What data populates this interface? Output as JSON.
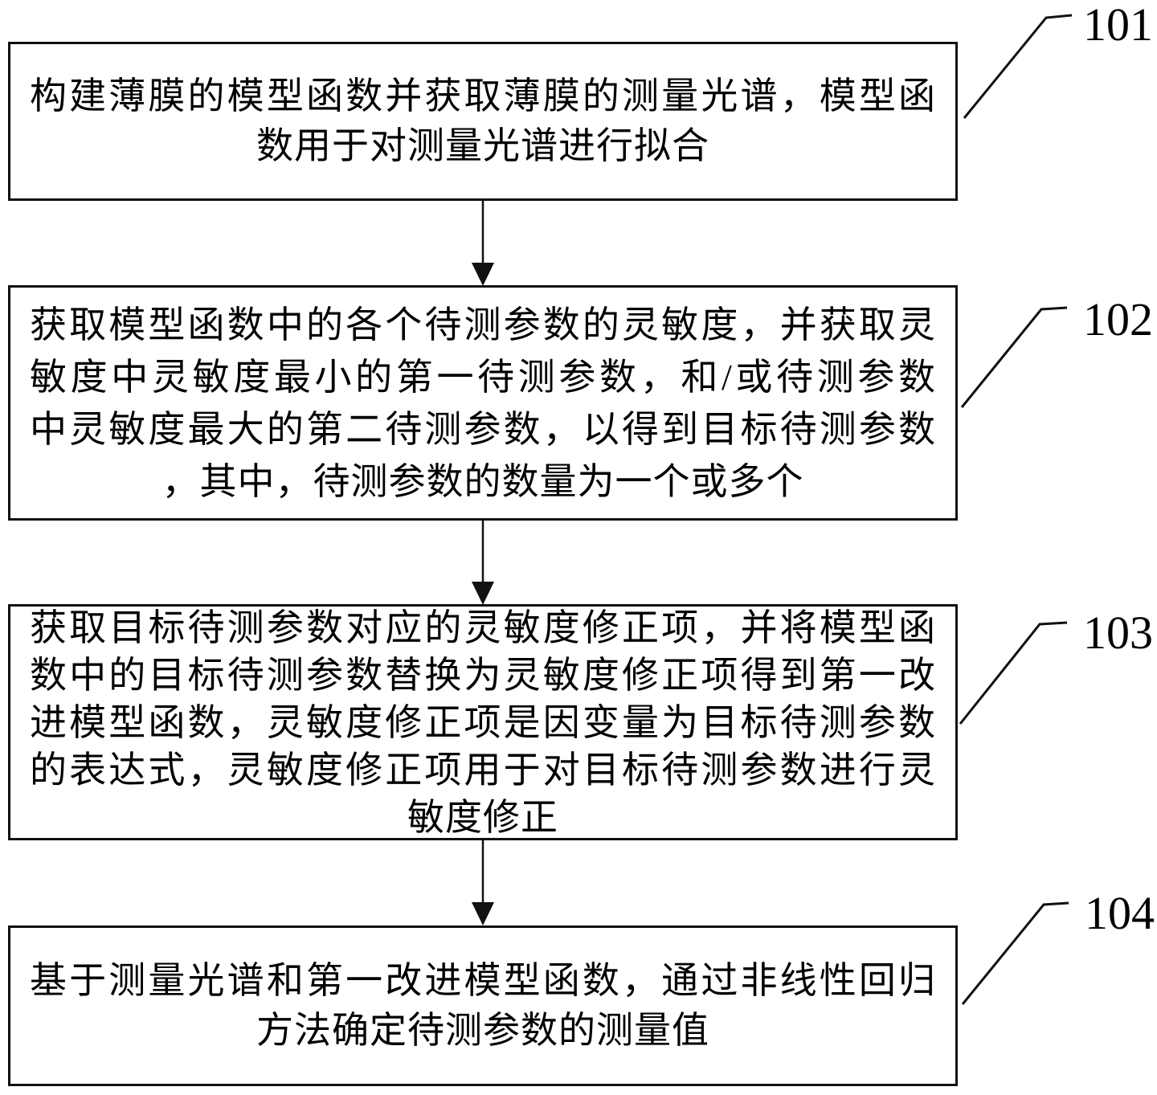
{
  "figure": {
    "type": "flowchart",
    "colors": {
      "background": "#ffffff",
      "line": "#111111",
      "text": "#000000"
    },
    "steps": [
      {
        "label": "101",
        "lines": [
          "构建薄膜的模型函数并获取薄膜的测量光谱，模型函",
          "数用于对测量光谱进行拟合"
        ]
      },
      {
        "label": "102",
        "lines": [
          "获取模型函数中的各个待测参数的灵敏度，并获取灵",
          "敏度中灵敏度最小的第一待测参数，和/或待测参数",
          "中灵敏度最大的第二待测参数，以得到目标待测参数",
          "，其中，待测参数的数量为一个或多个"
        ]
      },
      {
        "label": "103",
        "lines": [
          "获取目标待测参数对应的灵敏度修正项，并将模型函",
          "数中的目标待测参数替换为灵敏度修正项得到第一改",
          "进模型函数，灵敏度修正项是因变量为目标待测参数",
          "的表达式，灵敏度修正项用于对目标待测参数进行灵",
          "敏度修正"
        ]
      },
      {
        "label": "104",
        "lines": [
          "基于测量光谱和第一改进模型函数，通过非线性回归",
          "方法确定待测参数的测量值"
        ]
      }
    ]
  }
}
